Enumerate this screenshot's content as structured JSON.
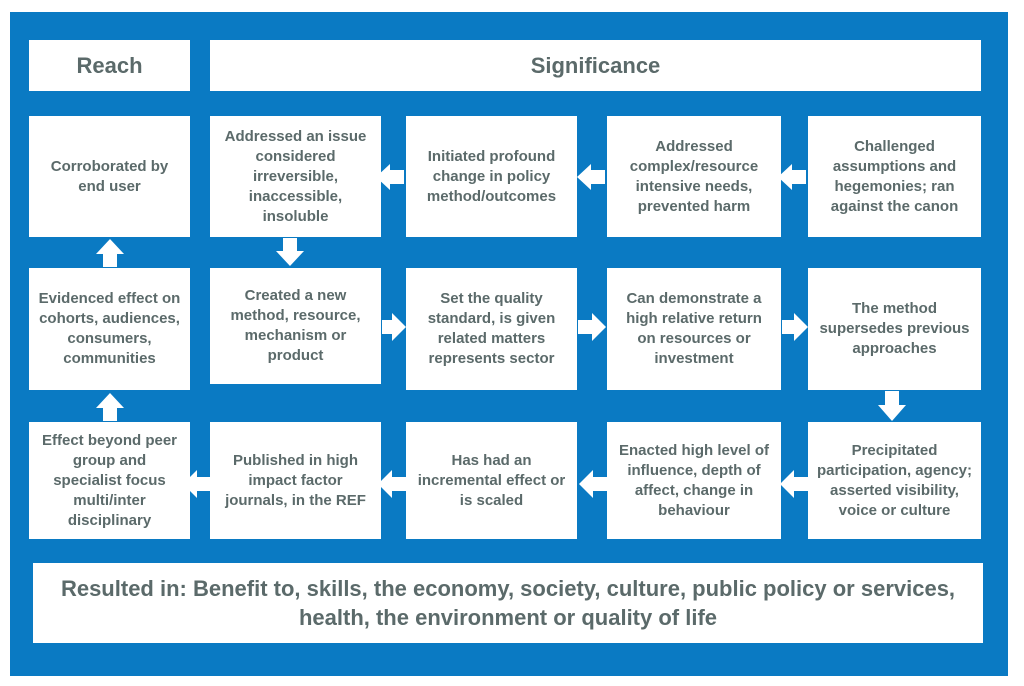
{
  "headers": {
    "reach": "Reach",
    "significance": "Significance"
  },
  "boxes": {
    "corroborated": "Corroborated by end user",
    "evidenced": "Evidenced effect on cohorts, audiences, consumers, communities",
    "effect_beyond": "Effect beyond peer group and specialist focus multi/inter disciplinary",
    "addressed_issue": "Addressed an issue considered irreversible, inaccessible, insoluble",
    "initiated": "Initiated profound change in policy method/outcomes",
    "addressed_complex": "Addressed complex/resource intensive needs, prevented harm",
    "challenged": "Challenged assumptions and hegemonies; ran against the canon",
    "created": "Created a new method, resource, mechanism or product",
    "set_quality": "Set the quality standard, is given related matters represents sector",
    "can_demonstrate": "Can demonstrate a high relative return on resources or investment",
    "method_supersedes": "The method supersedes previous approaches",
    "published": "Published in high impact factor journals, in the REF",
    "incremental": "Has had an incremental effect or is scaled",
    "enacted": "Enacted high level of influence, depth of affect, change in behaviour",
    "precipitated": "Precipitated participation, agency; asserted visibility, voice or culture"
  },
  "footer": "Resulted in: Benefit to, skills, the economy, society, culture, public policy or services, health, the environment or quality of life",
  "colors": {
    "frame": "#0a7ac3",
    "box": "#ffffff",
    "text": "#5b6a6a",
    "arrow": "#ffffff"
  }
}
